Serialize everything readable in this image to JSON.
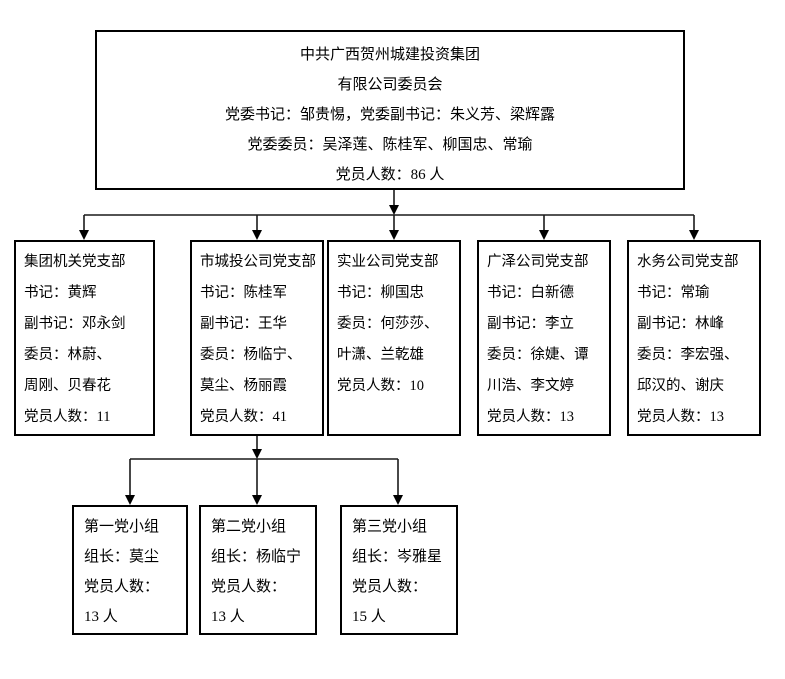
{
  "org_chart": {
    "root": {
      "lines": [
        "中共广西贺州城建投资集团",
        "有限公司委员会",
        "党委书记：邹贵惕，党委副书记：朱义芳、梁辉露",
        "党委委员：吴泽莲、陈桂军、柳国忠、常瑜",
        "党员人数：86 人"
      ]
    },
    "branches": [
      {
        "lines": [
          "集团机关党支部",
          "书记：黄辉",
          "副书记：邓永剑",
          "委员：林蔚、",
          "周刚、贝春花",
          "党员人数：11"
        ]
      },
      {
        "lines": [
          "市城投公司党支部",
          "书记：陈桂军",
          "副书记：王华",
          "委员：杨临宁、",
          "莫尘、杨丽霞",
          "党员人数：41"
        ]
      },
      {
        "lines": [
          "实业公司党支部",
          "书记：柳国忠",
          "委员：何莎莎、",
          "叶潇、兰乾雄",
          "党员人数：10"
        ]
      },
      {
        "lines": [
          "广泽公司党支部",
          "书记：白新德",
          "副书记：李立",
          "委员：徐婕、谭",
          "川浩、李文婷",
          "党员人数：13"
        ]
      },
      {
        "lines": [
          "水务公司党支部",
          "书记：常瑜",
          "副书记：林峰",
          "委员：李宏强、",
          "邱汉的、谢庆",
          "党员人数：13"
        ]
      }
    ],
    "groups": [
      {
        "lines": [
          "第一党小组",
          "组长：莫尘",
          "党员人数：",
          "13 人"
        ]
      },
      {
        "lines": [
          "第二党小组",
          "组长：杨临宁",
          "党员人数：",
          "13 人"
        ]
      },
      {
        "lines": [
          "第三党小组",
          "组长：岑雅星",
          "党员人数：",
          "15 人"
        ]
      }
    ],
    "colors": {
      "border": "#000000",
      "text": "#000000",
      "background": "#ffffff"
    }
  }
}
